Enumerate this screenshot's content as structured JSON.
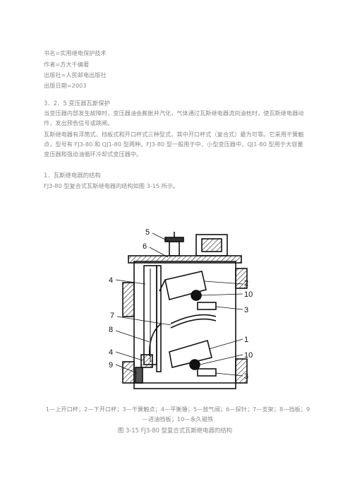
{
  "meta": {
    "title_line": "书名=实用继电保护技术",
    "author_line": "作者=方大千编著",
    "publisher_line": "出版社=人民邮电出版社",
    "date_line": "出版日期=2003"
  },
  "section": {
    "heading": "3．2．5 变压器瓦斯保护",
    "para1": "当变压器内部发生故障时，变压器油会膨胀并汽化，气体通过瓦斯继电器流向油枕时，使瓦斯继电器动作，发出预告信号或跳闸。",
    "para2": "瓦斯继电器有浮筒式、挡板式和开口杯式三种型式，其中开口杯式（复合式）最为可靠。它采用干簧触点，型号有 FJ3-80 和 QJ1-80 型两种。FJ3-80 型一般用于中、小型变压器中，QJ1-80 型用于大容量变压器和强迫油循环冷却式变压器中。",
    "sub_heading": "1．瓦斯继电器的结构",
    "sub_para": "FJ3-80 型复合式瓦斯继电器的结构如图 3-15 所示。"
  },
  "figure": {
    "callouts": [
      "5",
      "6",
      "4",
      "2",
      "10",
      "3",
      "7",
      "8",
      "1",
      "10",
      "4",
      "9",
      "3"
    ],
    "caption": "1—上开口杯；2—下开口杯；3—干簧触点；4—平衡锤；5—放气阀；6—探针；7—支架；8—挡板；9—进油挡板；10—永久磁铁",
    "title": "图 3-15 FJ3-80 型复合式瓦斯继电器的结构"
  }
}
